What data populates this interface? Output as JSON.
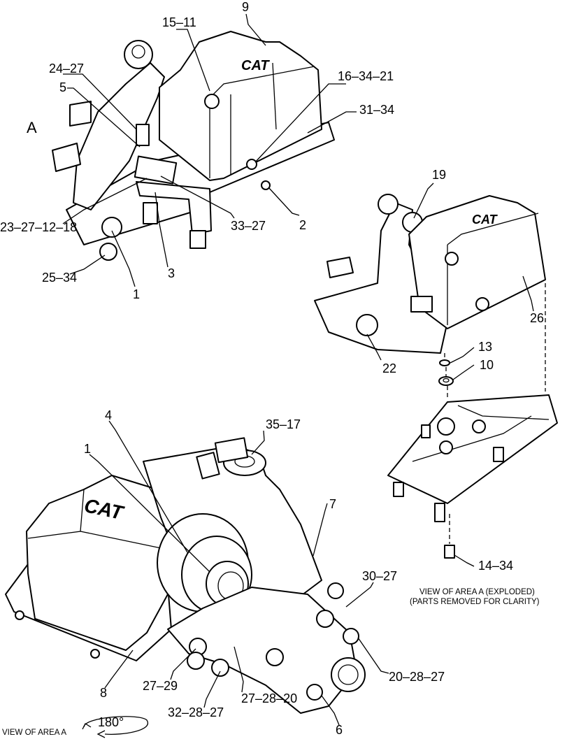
{
  "view_marker": "A",
  "callouts": {
    "c_9": "9",
    "c_15_11": "15–11",
    "c_24_27": "24–27",
    "c_5_top": "5",
    "c_16_34_21": "16–34–21",
    "c_31_34": "31–34",
    "c_33_27": "33–27",
    "c_2": "2",
    "c_23_27_12_18": "23–27–12–18",
    "c_25_34": "25–34",
    "c_3": "3",
    "c_1_top": "1",
    "c_19": "19",
    "c_26": "26",
    "c_22": "22",
    "c_13": "13",
    "c_10": "10",
    "c_14_34": "14–34",
    "c_4": "4",
    "c_1_bottom": "1",
    "c_35_17": "35–17",
    "c_7": "7",
    "c_30_27": "30–27",
    "c_20_28_27": "20–28–27",
    "c_8": "8",
    "c_27_29": "27–29",
    "c_32_28_27": "32–28–27",
    "c_27_28_20": "27–28–20",
    "c_6": "6"
  },
  "captions": {
    "exploded_line1": "VIEW OF AREA A (EXPLODED)",
    "exploded_line2": "(PARTS REMOVED FOR CLARITY)",
    "bottom_view": "VIEW OF AREA A",
    "rotation": "180°"
  },
  "logo_text": "CAT"
}
